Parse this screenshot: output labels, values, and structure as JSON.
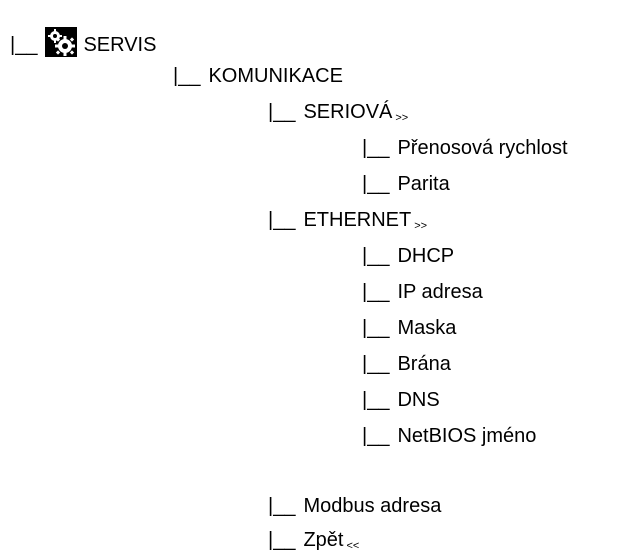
{
  "branch": "|__",
  "chev_right": ">>",
  "chev_left": "<<",
  "icon": "gears-icon",
  "colors": {
    "text": "#000000",
    "icon_bg": "#000000",
    "icon_fg": "#ffffff"
  },
  "tree": {
    "servis": "SERVIS",
    "komunikace": "KOMUNIKACE",
    "seriova": "SERIOVÁ",
    "prenosova": "Přenosová rychlost",
    "parita": "Parita",
    "ethernet": "ETHERNET",
    "dhcp": "DHCP",
    "ip": "IP adresa",
    "maska": "Maska",
    "brana": "Brána",
    "dns": "DNS",
    "netbios": "NetBIOS jméno",
    "modbus": "Modbus adresa",
    "zpet": "Zpět"
  }
}
